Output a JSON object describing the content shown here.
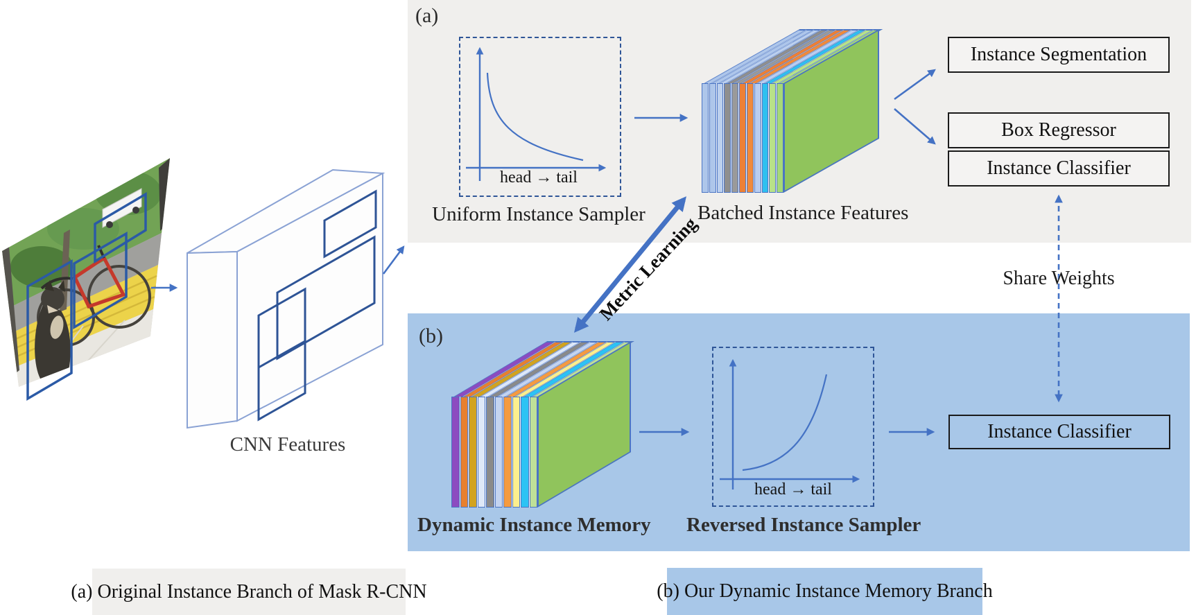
{
  "panels": {
    "a": {
      "tag": "(a)",
      "caption": "(a) Original Instance Branch of Mask R-CNN"
    },
    "b": {
      "tag": "(b)",
      "caption": "(b) Our Dynamic Instance Memory Branch"
    }
  },
  "nodes": {
    "cnn_features": {
      "label": "CNN Features"
    },
    "uniform_sampler": {
      "label": "Uniform Instance Sampler",
      "axis_label": "head → tail",
      "curve": "decreasing"
    },
    "batched_features": {
      "label": "Batched Instance Features",
      "slices": [
        "#aec6ea",
        "#aec6ea",
        "#bcd0ee",
        "#8f8f8f",
        "#9a9a9a",
        "#ed8036",
        "#f08a3c",
        "#b9cdf0",
        "#2ec0f0",
        "#b8e289",
        "#a6d878"
      ]
    },
    "instance_segmentation": {
      "label": "Instance Segmentation"
    },
    "box_regressor": {
      "label": "Box Regressor"
    },
    "instance_classifier_top": {
      "label": "Instance Classifier"
    },
    "dynamic_memory": {
      "label": "Dynamic Instance Memory",
      "slices": [
        "#8c4bc0",
        "#e8802e",
        "#d2a31f",
        "#dee8f8",
        "#8a8a8a",
        "#c4d4f0",
        "#f59b40",
        "#fcee8d",
        "#2cc3f4",
        "#bfe098"
      ]
    },
    "reversed_sampler": {
      "label": "Reversed Instance Sampler",
      "axis_label": "head → tail",
      "curve": "increasing"
    },
    "instance_classifier_bottom": {
      "label": "Instance Classifier"
    }
  },
  "edges": {
    "metric_learning": {
      "label": "Metric Learning"
    },
    "share_weights": {
      "label": "Share Weights"
    }
  },
  "colors": {
    "panel_a_bg": "#f0efed",
    "panel_b_bg": "#a8c7e8",
    "arrow": "#4472c4",
    "dashed_border": "#2e5597",
    "slab_face_green": "#90c45c",
    "photo_bbox": "#2b5aa6"
  }
}
